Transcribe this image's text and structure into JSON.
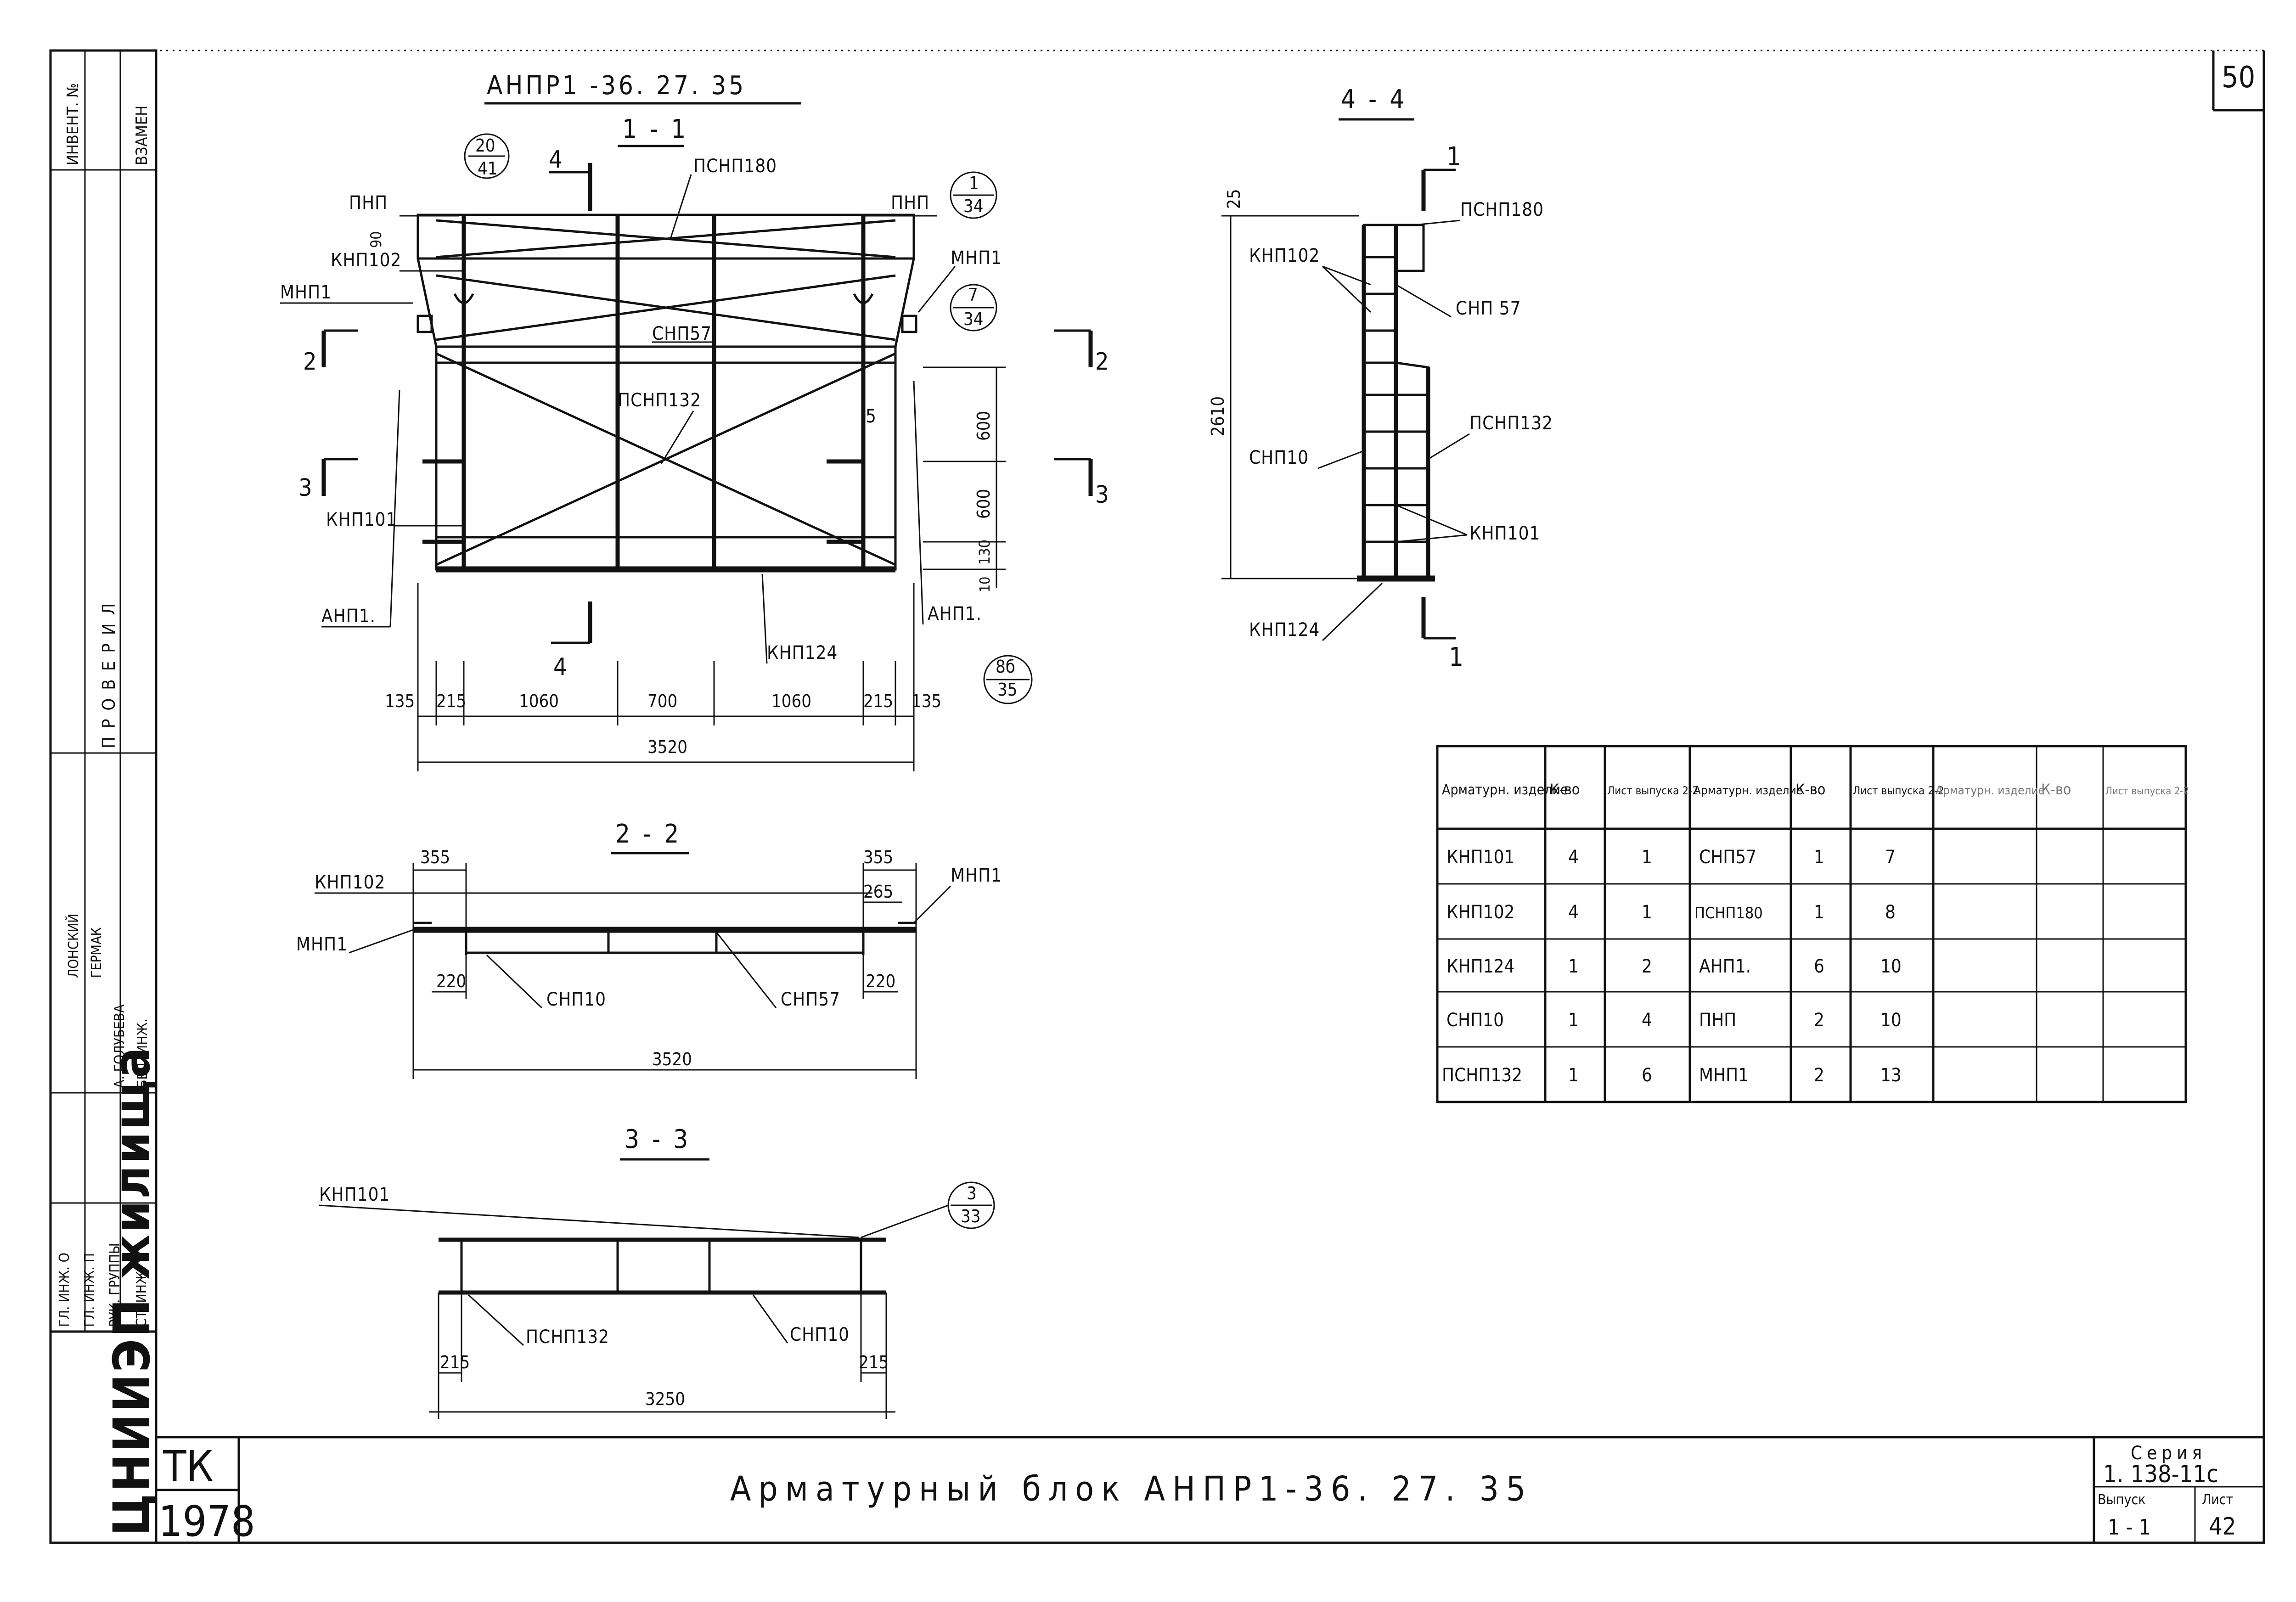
{
  "page_number": "50",
  "drawing": {
    "mark": "АНПР1 -36. 27. 35",
    "section_1_1": "1 - 1",
    "section_2_2": "2 - 2",
    "section_3_3": "3 - 3",
    "section_4_4": "4 - 4"
  },
  "section_1_1": {
    "labels": {
      "pnp_left": "ПНП",
      "pnp_right": "ПНП",
      "psnp180": "ПСНП180",
      "knp102": "КНП102",
      "mnp1_left": "МНП1",
      "mnp1_right": "МНП1",
      "snp57": "СНП57",
      "psnp132": "ПСНП132",
      "knp101": "КНП101",
      "anp1_left": "АНП1.",
      "anp1_right": "АНП1.",
      "knp124": "КНП124",
      "mark5": "5"
    },
    "callouts": [
      {
        "top": "20",
        "bottom": "41"
      },
      {
        "top": "1",
        "bottom": "34"
      },
      {
        "top": "7",
        "bottom": "34"
      },
      {
        "top": "8б",
        "bottom": "35"
      }
    ],
    "section_marks": {
      "m4": "4",
      "m2": "2",
      "m3": "3"
    },
    "dims_bottom": [
      "135",
      "215",
      "1060",
      "700",
      "1060",
      "215",
      "135"
    ],
    "dim_total": "3520",
    "dims_right": [
      "600",
      "600",
      "130",
      "10"
    ],
    "dim_left_top": "90"
  },
  "section_2_2": {
    "knp102": "КНП102",
    "mnp1_left": "МНП1",
    "mnp1_right": "МНП1",
    "snp10": "СНП10",
    "snp57": "СНП57",
    "dims": {
      "left_top": "355",
      "right_top": "355",
      "right_inner": "265",
      "left_bottom": "220",
      "right_bottom": "220",
      "total": "3520"
    }
  },
  "section_3_3": {
    "knp101": "КНП101",
    "psnp132": "ПСНП132",
    "snp10": "СНП10",
    "callout": {
      "top": "3",
      "bottom": "33"
    },
    "dims": {
      "left": "215",
      "right": "215",
      "total": "3250"
    }
  },
  "section_4_4": {
    "labels": {
      "psnp180": "ПСНП180",
      "knp102": "КНП102",
      "snp57": "СНП 57",
      "psnp132": "ПСНП132",
      "snp10": "СНП10",
      "knp101": "КНП101",
      "knp124": "КНП124"
    },
    "marks": {
      "top": "1",
      "bottom": "1"
    },
    "dims": {
      "top": "25",
      "height": "2610"
    }
  },
  "spec_table": {
    "headers": {
      "item": "Арматурн. изделие",
      "qty": "К-во",
      "sheet": "Лист выпуска 2-2"
    },
    "rows": [
      [
        "КНП101",
        "4",
        "1",
        "СНП57",
        "1",
        "7"
      ],
      [
        "КНП102",
        "4",
        "1",
        "ПСНП180",
        "1",
        "8"
      ],
      [
        "КНП124",
        "1",
        "2",
        "АНП1.",
        "6",
        "10"
      ],
      [
        "СНП10",
        "1",
        "4",
        "ПНП",
        "2",
        "10"
      ],
      [
        "ПСНП132",
        "1",
        "6",
        "МНП1",
        "2",
        "13"
      ]
    ]
  },
  "left_stamp": {
    "inv": "ИНВЕНТ. №",
    "vzamen": "ВЗАМЕН",
    "checked": "ПРОВЕРИЛ",
    "roles": [
      "ГЛ. ИНЖ. О",
      "ГЛ. ИНЖ. П",
      "РУК. ГРУППЫ",
      "СТ. ИНЖ."
    ],
    "names": [
      "ЛОНСКИЙ",
      "ГЕРМАК",
      "А. ГОЛУБЕВА",
      "БЕД. ИНЖ."
    ],
    "org": "ЦНИИЭП жилища"
  },
  "title_block": {
    "tk": "ТК",
    "year": "1978",
    "title": "Арматурный блок АНПР1-36. 27. 35",
    "series_label": "Серия",
    "series": "1. 138-11с",
    "issue_label": "Выпуск",
    "issue": "1 - 1",
    "sheet_label": "Лист",
    "sheet": "42"
  }
}
